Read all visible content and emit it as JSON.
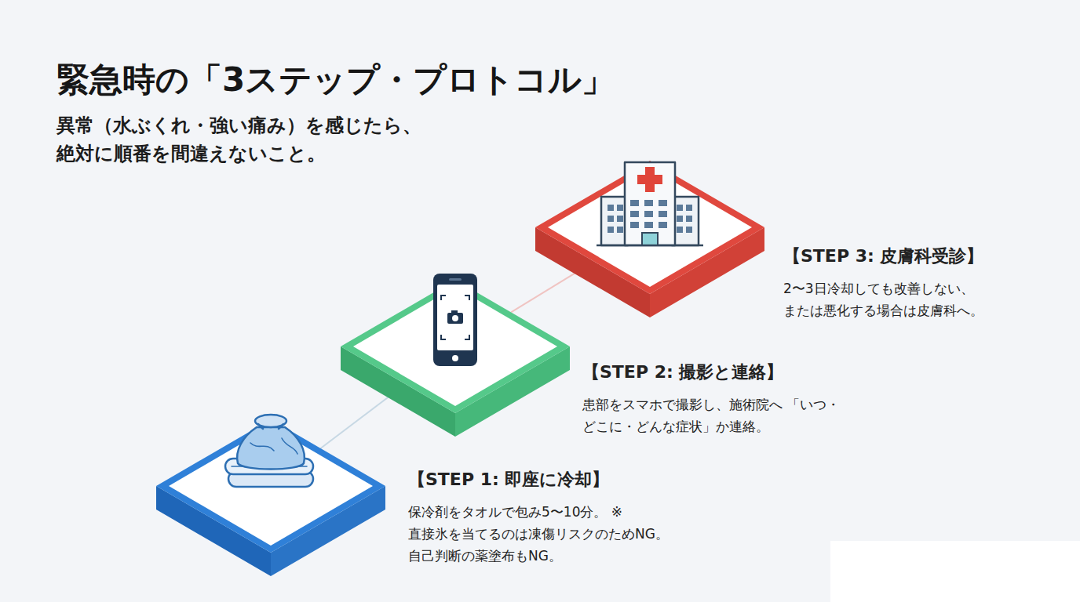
{
  "diagram": {
    "title": "緊急時の「3ステップ・プロトコル」",
    "nodes": [
      {
        "text": [
          "【STEP 1: 即座に冷却】",
          "保冷剤をタオルで包み5〜10分。 ※直接氷を当てるのは凍傷リスクのためNG。 自己判断の薬塗布もNG。"
        ]
      },
      {
        "text": [
          "【STEP 2: 撮影と連絡】",
          "患部をスマホで撮影し、施術院へ 「いつ・どこに・どんな症状」か連絡。"
        ]
      },
      {
        "text": [
          "【STEP 3: 皮膚科受診】",
          "2〜3日冷却しても改善しない、 または悪化する場合は皮膚科へ。"
        ]
      }
    ],
    "edges": [
      {
        "from": 0,
        "to": 1,
        "arrow": "none"
      },
      {
        "from": 1,
        "to": 2,
        "arrow": "none"
      }
    ],
    "labels": [
      "異常（水ぶくれ・強い痛み）を感じたら、 絶対に順番を間違えないこと。"
    ]
  }
}
